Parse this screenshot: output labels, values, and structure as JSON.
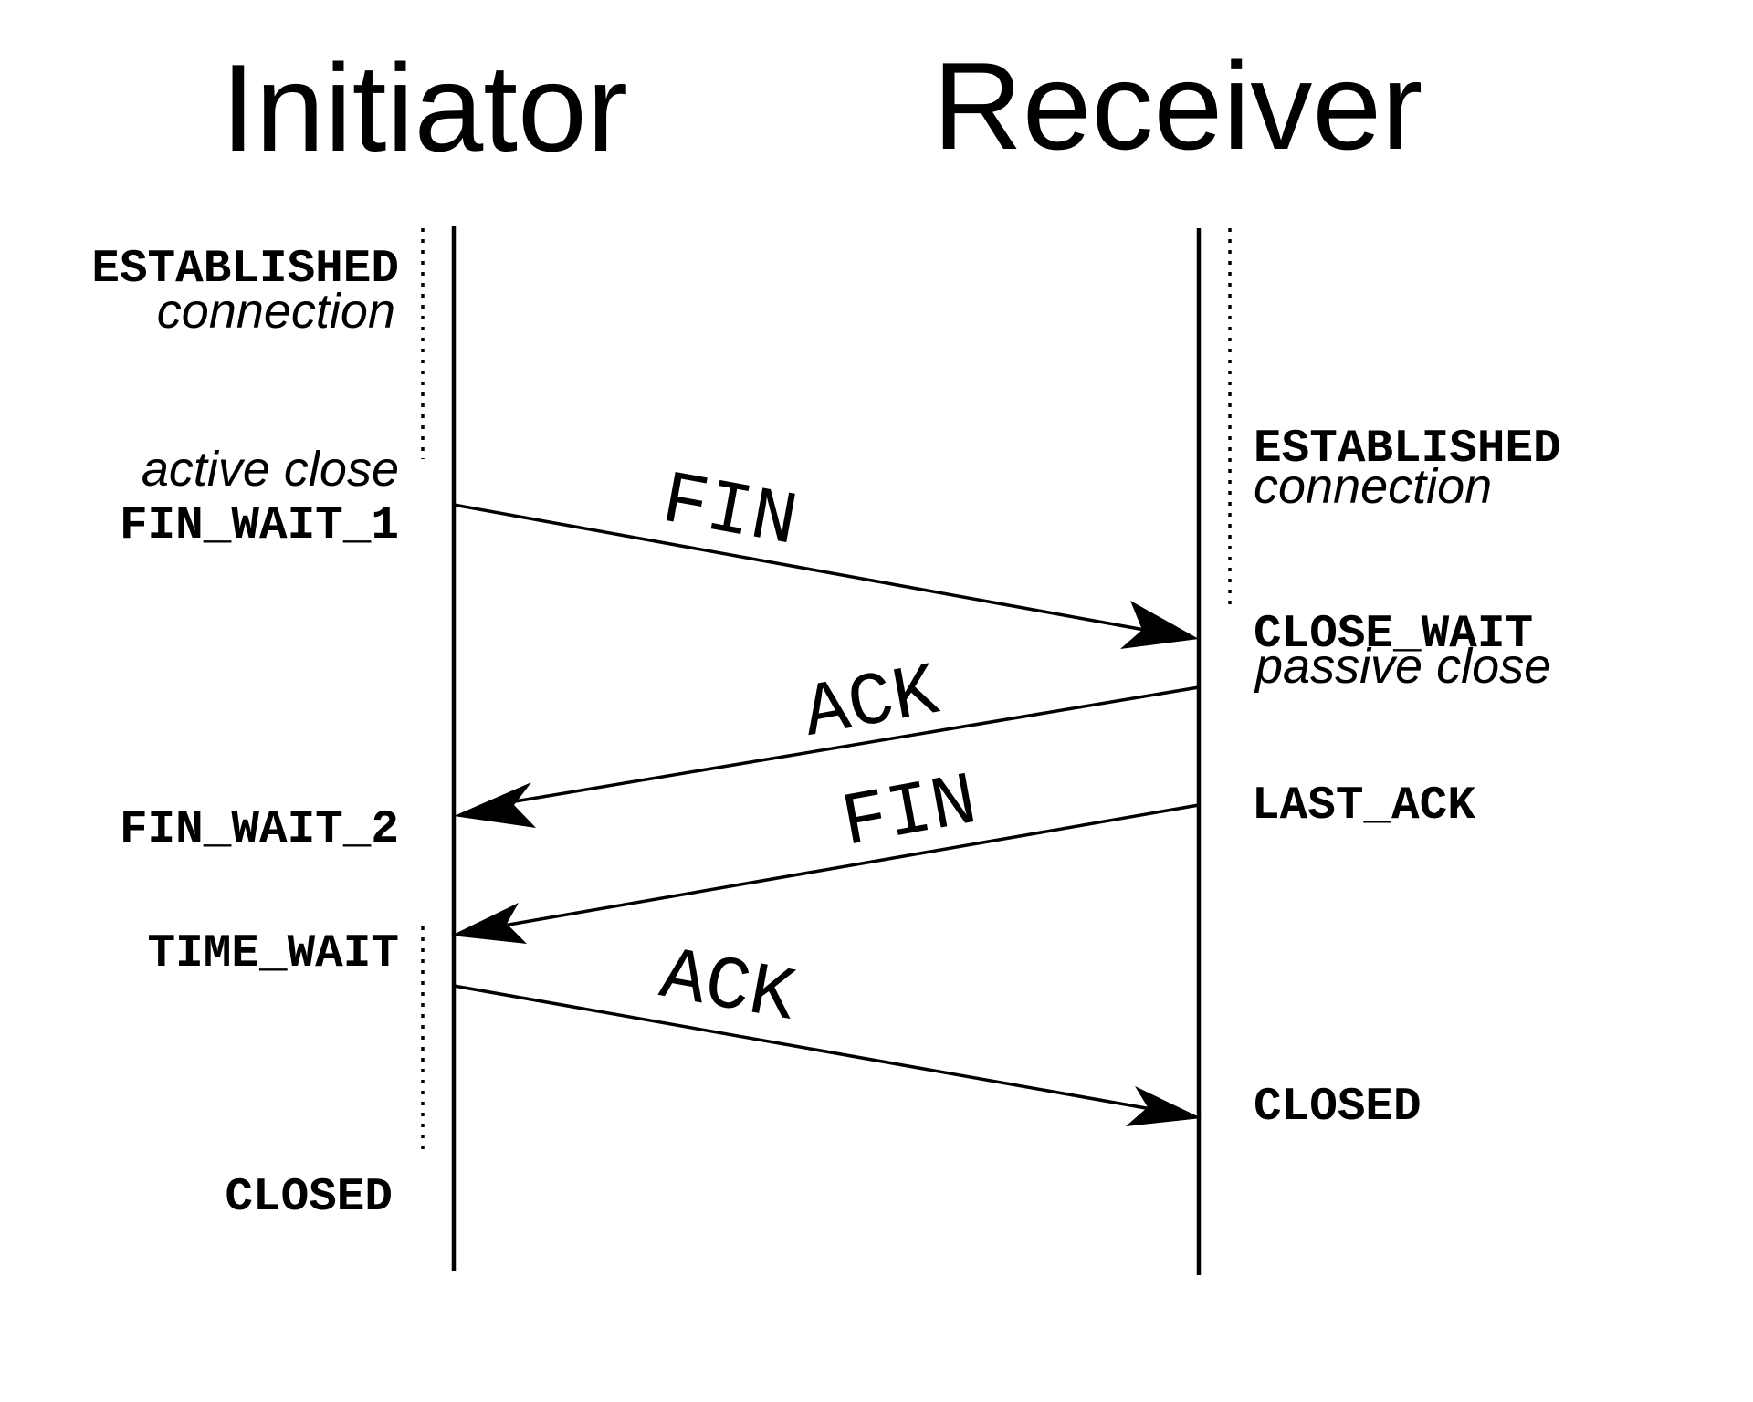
{
  "participants": {
    "initiator": "Initiator",
    "receiver": "Receiver"
  },
  "initiator_states": {
    "established": "ESTABLISHED",
    "established_note": "connection",
    "active_close": "active close",
    "fin_wait_1": "FIN_WAIT_1",
    "fin_wait_2": "FIN_WAIT_2",
    "time_wait": "TIME_WAIT",
    "closed": "CLOSED"
  },
  "receiver_states": {
    "established": "ESTABLISHED",
    "established_note": "connection",
    "close_wait": "CLOSE_WAIT",
    "passive_close": "passive close",
    "last_ack": "LAST_ACK",
    "closed": "CLOSED"
  },
  "messages": [
    {
      "label": "FIN",
      "direction": "initiator-to-receiver"
    },
    {
      "label": "ACK",
      "direction": "receiver-to-initiator"
    },
    {
      "label": "FIN",
      "direction": "receiver-to-initiator"
    },
    {
      "label": "ACK",
      "direction": "initiator-to-receiver"
    }
  ]
}
